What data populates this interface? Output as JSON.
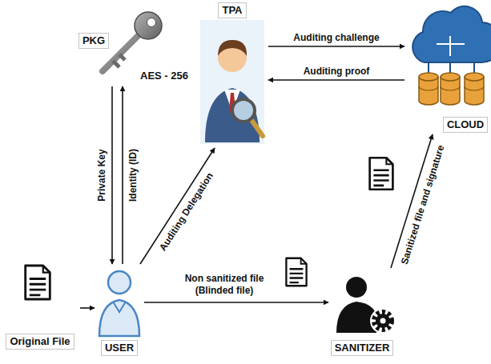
{
  "diagram": {
    "nodes": [
      {
        "text": [
          "PKG",
          "AES - 256"
        ]
      },
      {
        "text": [
          "TPA"
        ]
      },
      {
        "text": [
          "CLOUD"
        ]
      },
      {
        "text": [
          "Original File"
        ]
      },
      {
        "text": [
          "USER"
        ]
      },
      {
        "text": [
          "SANITIZER"
        ]
      }
    ],
    "edges": [
      {
        "from": 3,
        "to": 4,
        "arrow": "to"
      },
      {
        "from": 4,
        "to": 0,
        "label": "Identity (ID)",
        "arrow": "to"
      },
      {
        "from": 0,
        "to": 4,
        "label": "Private Key",
        "arrow": "to"
      },
      {
        "from": 4,
        "to": 1,
        "label": "Auditing Delegation",
        "arrow": "to"
      },
      {
        "from": 1,
        "to": 2,
        "label": "Auditing challenge",
        "arrow": "to"
      },
      {
        "from": 2,
        "to": 1,
        "label": "Auditing proof",
        "arrow": "to"
      },
      {
        "from": 4,
        "to": 5,
        "label": "Non sanitized file (Blinded file)",
        "arrow": "to"
      },
      {
        "from": 5,
        "to": 2,
        "label": "Sanitized file and signature",
        "arrow": "to"
      }
    ]
  }
}
